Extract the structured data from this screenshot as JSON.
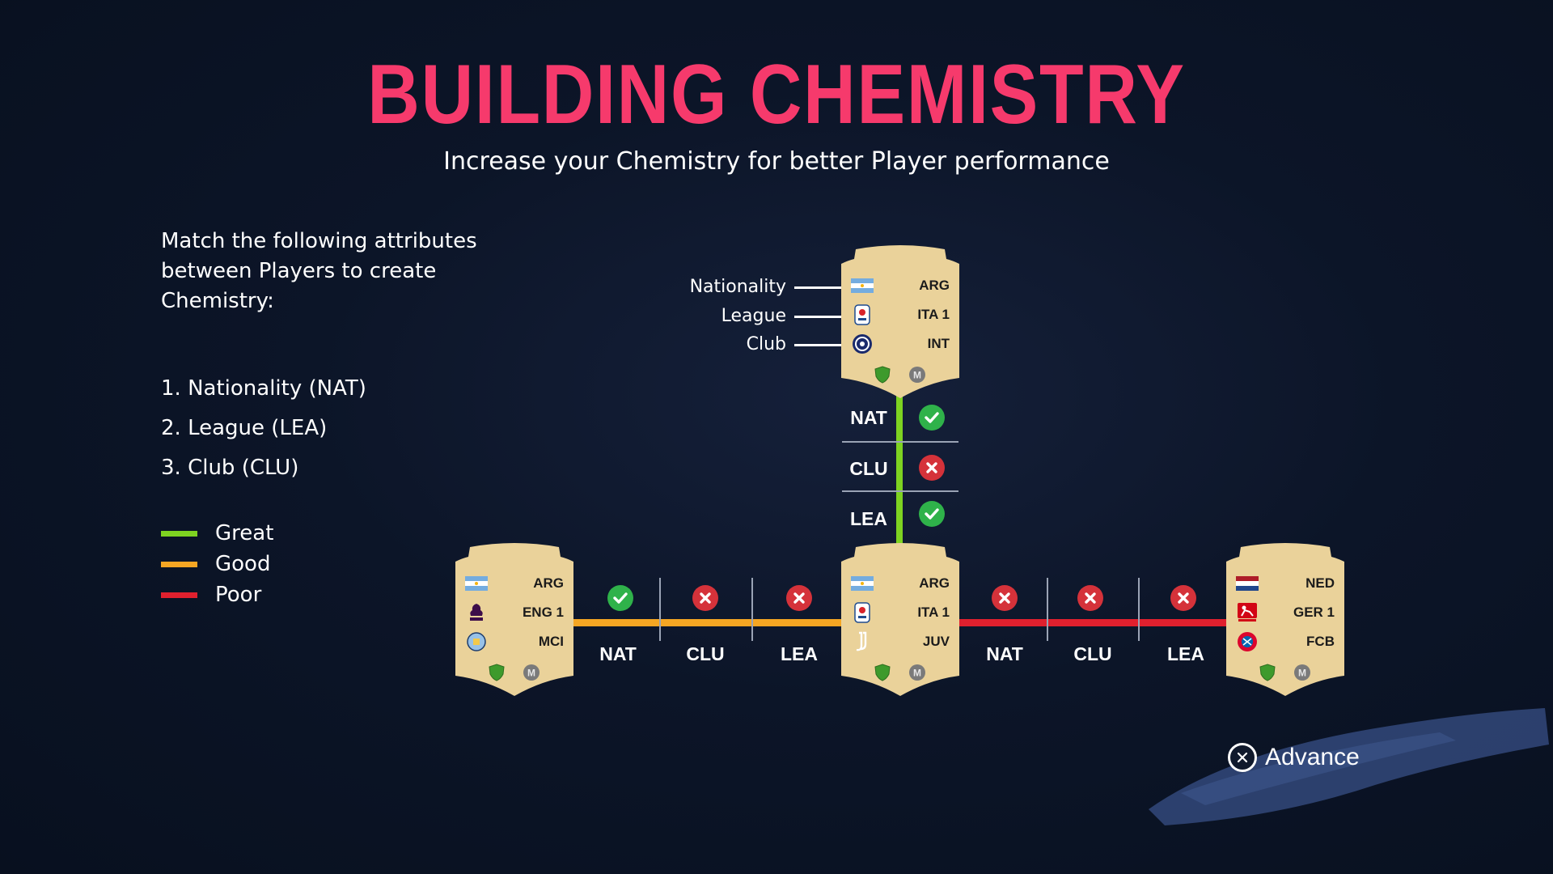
{
  "header": {
    "title": "BUILDING CHEMISTRY",
    "subtitle": "Increase your Chemistry for better Player performance"
  },
  "intro": {
    "text": "Match the following attributes between Players to create Chemistry:",
    "attributes": [
      "1. Nationality (NAT)",
      "2. League (LEA)",
      "3. Club (CLU)"
    ]
  },
  "legend": [
    {
      "label": "Great",
      "color": "#7ed321"
    },
    {
      "label": "Good",
      "color": "#f5a623"
    },
    {
      "label": "Poor",
      "color": "#e0202e"
    }
  ],
  "callouts": {
    "nationality": "Nationality",
    "league": "League",
    "club": "Club"
  },
  "cards": {
    "top": {
      "nation": "ARG",
      "league": "ITA 1",
      "club": "INT"
    },
    "left": {
      "nation": "ARG",
      "league": "ENG 1",
      "club": "MCI"
    },
    "center": {
      "nation": "ARG",
      "league": "ITA 1",
      "club": "JUV"
    },
    "right": {
      "nation": "NED",
      "league": "GER 1",
      "club": "FCB"
    }
  },
  "links": {
    "vertical": {
      "quality": "Great",
      "color": "#7ed321",
      "labels": [
        "NAT",
        "CLU",
        "LEA"
      ],
      "matches": [
        true,
        false,
        true
      ]
    },
    "left": {
      "quality": "Good",
      "color": "#f5a623",
      "labels": [
        "NAT",
        "CLU",
        "LEA"
      ],
      "matches": [
        true,
        false,
        false
      ]
    },
    "right": {
      "quality": "Poor",
      "color": "#e0202e",
      "labels": [
        "NAT",
        "CLU",
        "LEA"
      ],
      "matches": [
        false,
        false,
        false
      ]
    }
  },
  "icons": {
    "match": "check-icon",
    "mismatch": "cross-icon",
    "fitness": "shield-icon",
    "manager": "manager-icon",
    "advance_button": "cross-button-icon"
  },
  "footer": {
    "advance_label": "Advance"
  }
}
